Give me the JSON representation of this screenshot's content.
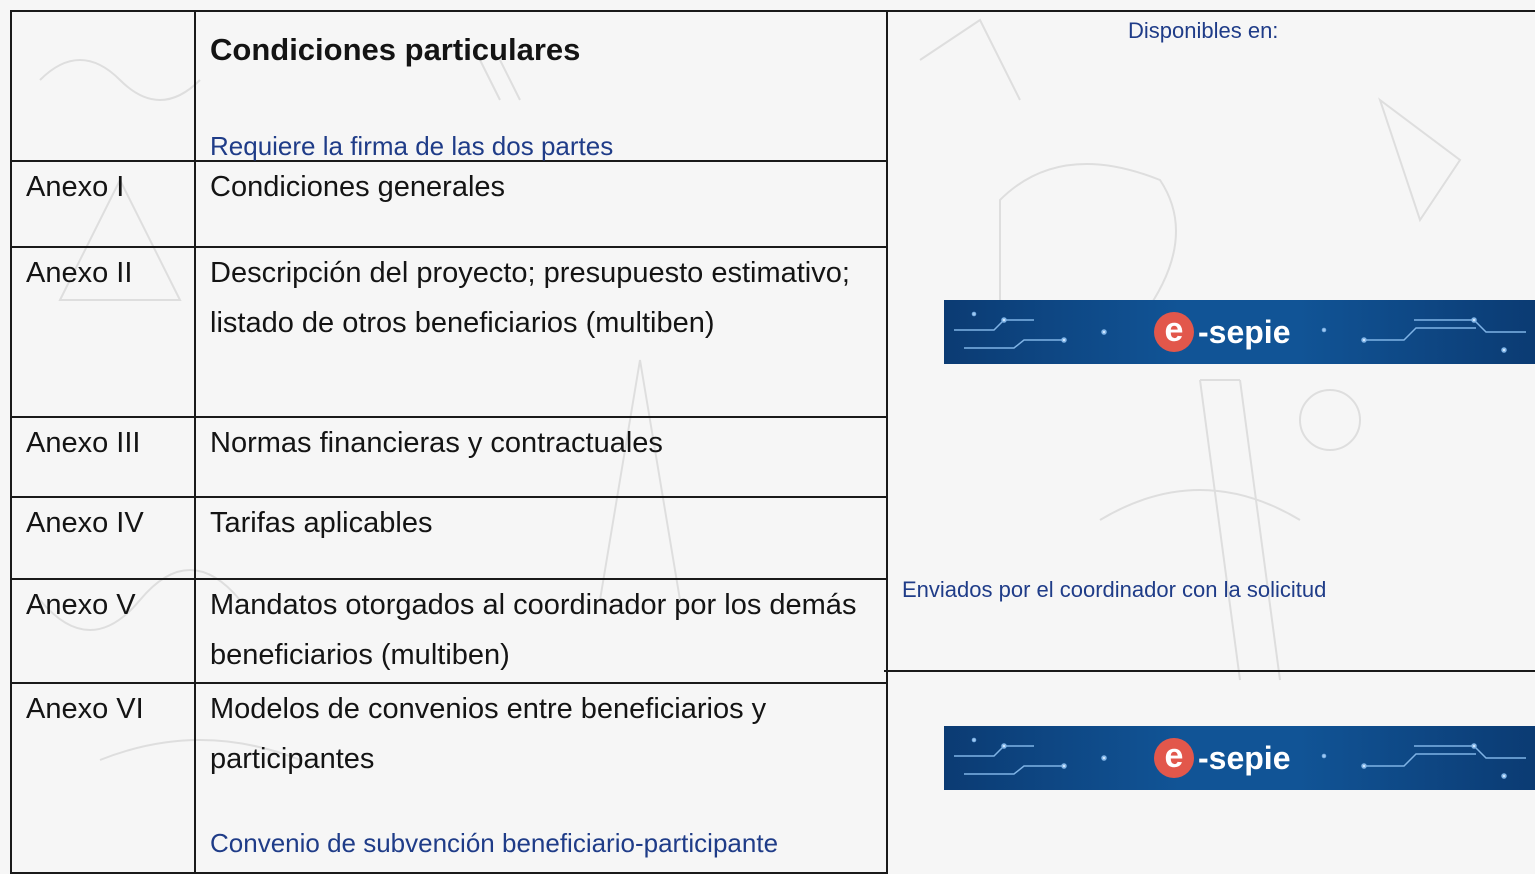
{
  "header": {
    "title": "Condiciones particulares",
    "note": "Requiere la firma de las dos partes"
  },
  "rows": [
    {
      "label": "Anexo I",
      "text": "Condiciones generales"
    },
    {
      "label": "Anexo II",
      "text": "Descripción del proyecto; presupuesto estimativo; listado de otros beneficiarios (multiben)"
    },
    {
      "label": "Anexo III",
      "text": "Normas financieras y contractuales"
    },
    {
      "label": "Anexo IV",
      "text": "Tarifas aplicables"
    },
    {
      "label": "Anexo V",
      "text": "Mandatos otorgados al coordinador por los demás beneficiarios (multiben)"
    },
    {
      "label": "Anexo VI",
      "text": "Modelos de convenios entre beneficiarios y participantes",
      "note": "Convenio de subvención beneficiario-participante"
    }
  ],
  "side": {
    "available": "Disponibles en:",
    "sent": "Enviados por el coordinador con la solicitud",
    "logo_letter": "e",
    "logo_text": "-sepie"
  },
  "colors": {
    "note_blue": "#1f3c88",
    "banner_blue": "#115496",
    "logo_red": "#e2574b"
  }
}
